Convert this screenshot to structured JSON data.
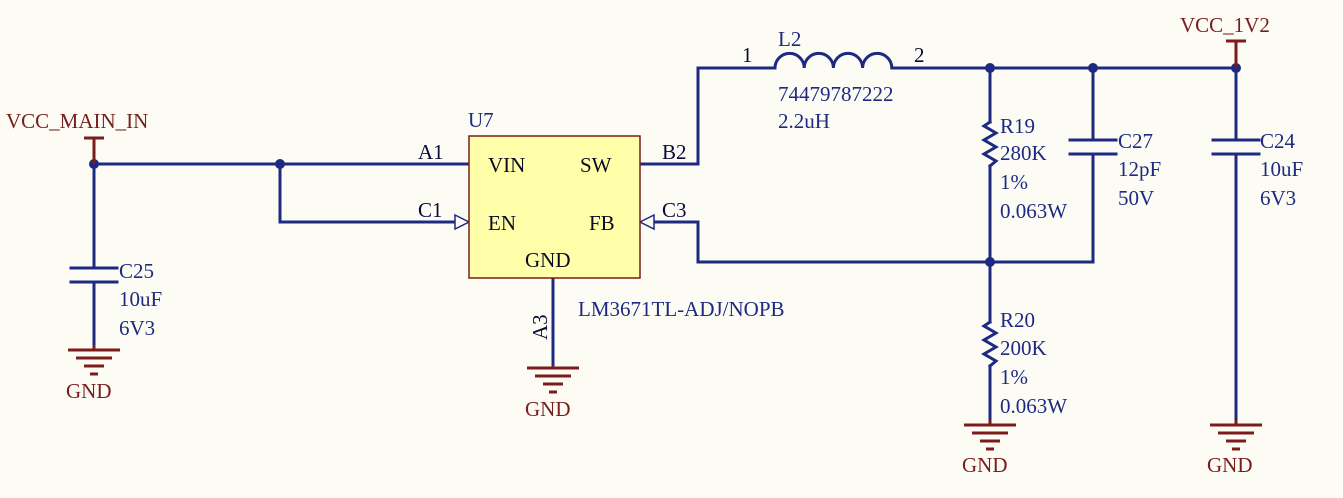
{
  "nets": {
    "vcc_main_in": "VCC_MAIN_IN",
    "vcc_1v2": "VCC_1V2",
    "gnd": "GND"
  },
  "u7": {
    "ref": "U7",
    "part": "LM3671TL-ADJ/NOPB",
    "pins": {
      "vin": "VIN",
      "en": "EN",
      "sw": "SW",
      "fb": "FB",
      "gnd": "GND",
      "a1": "A1",
      "c1": "C1",
      "b2": "B2",
      "c3": "C3",
      "a3": "A3"
    }
  },
  "l2": {
    "ref": "L2",
    "part": "74479787222",
    "value": "2.2uH",
    "pin1": "1",
    "pin2": "2"
  },
  "r19": {
    "ref": "R19",
    "value": "280K",
    "tol": "1%",
    "power": "0.063W"
  },
  "r20": {
    "ref": "R20",
    "value": "200K",
    "tol": "1%",
    "power": "0.063W"
  },
  "c27": {
    "ref": "C27",
    "value": "12pF",
    "voltage": "50V"
  },
  "c24": {
    "ref": "C24",
    "value": "10uF",
    "voltage": "6V3"
  },
  "c25": {
    "ref": "C25",
    "value": "10uF",
    "voltage": "6V3"
  },
  "colors": {
    "background": "#FCFCF4",
    "wire": "#1E2A82",
    "power": "#7A1C1C",
    "ic_fill": "#FFFFAA",
    "ic_border": "#7A1C1C"
  }
}
